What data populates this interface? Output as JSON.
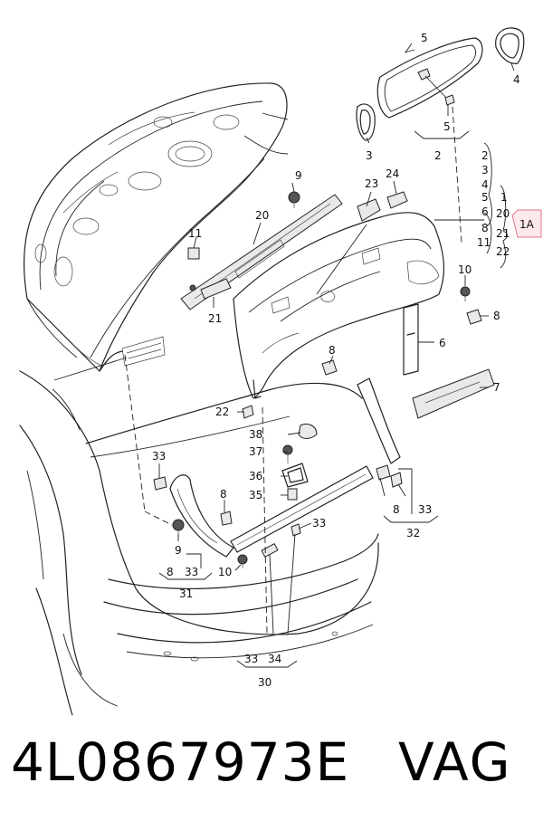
{
  "diagram": {
    "callouts": [
      {
        "id": "c5a",
        "text": "5"
      },
      {
        "id": "c4",
        "text": "4"
      },
      {
        "id": "c5b",
        "text": "5"
      },
      {
        "id": "c3",
        "text": "3"
      },
      {
        "id": "c2",
        "text": "2"
      },
      {
        "id": "c9a",
        "text": "9"
      },
      {
        "id": "c23",
        "text": "23"
      },
      {
        "id": "c24",
        "text": "24"
      },
      {
        "id": "c20",
        "text": "20"
      },
      {
        "id": "c11",
        "text": "11"
      },
      {
        "id": "c21",
        "text": "21"
      },
      {
        "id": "c10a",
        "text": "10"
      },
      {
        "id": "c8a",
        "text": "8"
      },
      {
        "id": "c6",
        "text": "6"
      },
      {
        "id": "c7",
        "text": "7"
      },
      {
        "id": "c8b",
        "text": "8"
      },
      {
        "id": "c22",
        "text": "22"
      },
      {
        "id": "c38",
        "text": "38"
      },
      {
        "id": "c37",
        "text": "37"
      },
      {
        "id": "c36",
        "text": "36"
      },
      {
        "id": "c35",
        "text": "35"
      },
      {
        "id": "c33a",
        "text": "33"
      },
      {
        "id": "c8c",
        "text": "8"
      },
      {
        "id": "c9b",
        "text": "9"
      },
      {
        "id": "c10b",
        "text": "10"
      },
      {
        "id": "c8d",
        "text": "8"
      },
      {
        "id": "c33b",
        "text": "33"
      },
      {
        "id": "c31",
        "text": "31"
      },
      {
        "id": "c33c",
        "text": "33"
      },
      {
        "id": "c8e",
        "text": "8"
      },
      {
        "id": "c33d",
        "text": "33"
      },
      {
        "id": "c32",
        "text": "32"
      },
      {
        "id": "c33e",
        "text": "33"
      },
      {
        "id": "c34",
        "text": "34"
      },
      {
        "id": "c30",
        "text": "30"
      }
    ],
    "group_list": {
      "items": [
        "2",
        "3",
        "4",
        "5",
        "6",
        "8",
        "11",
        "1",
        "20",
        "21",
        "22"
      ],
      "assembly_label": "1A"
    }
  },
  "footer": {
    "part_number": "4L0867973E",
    "brand": "VAG"
  }
}
